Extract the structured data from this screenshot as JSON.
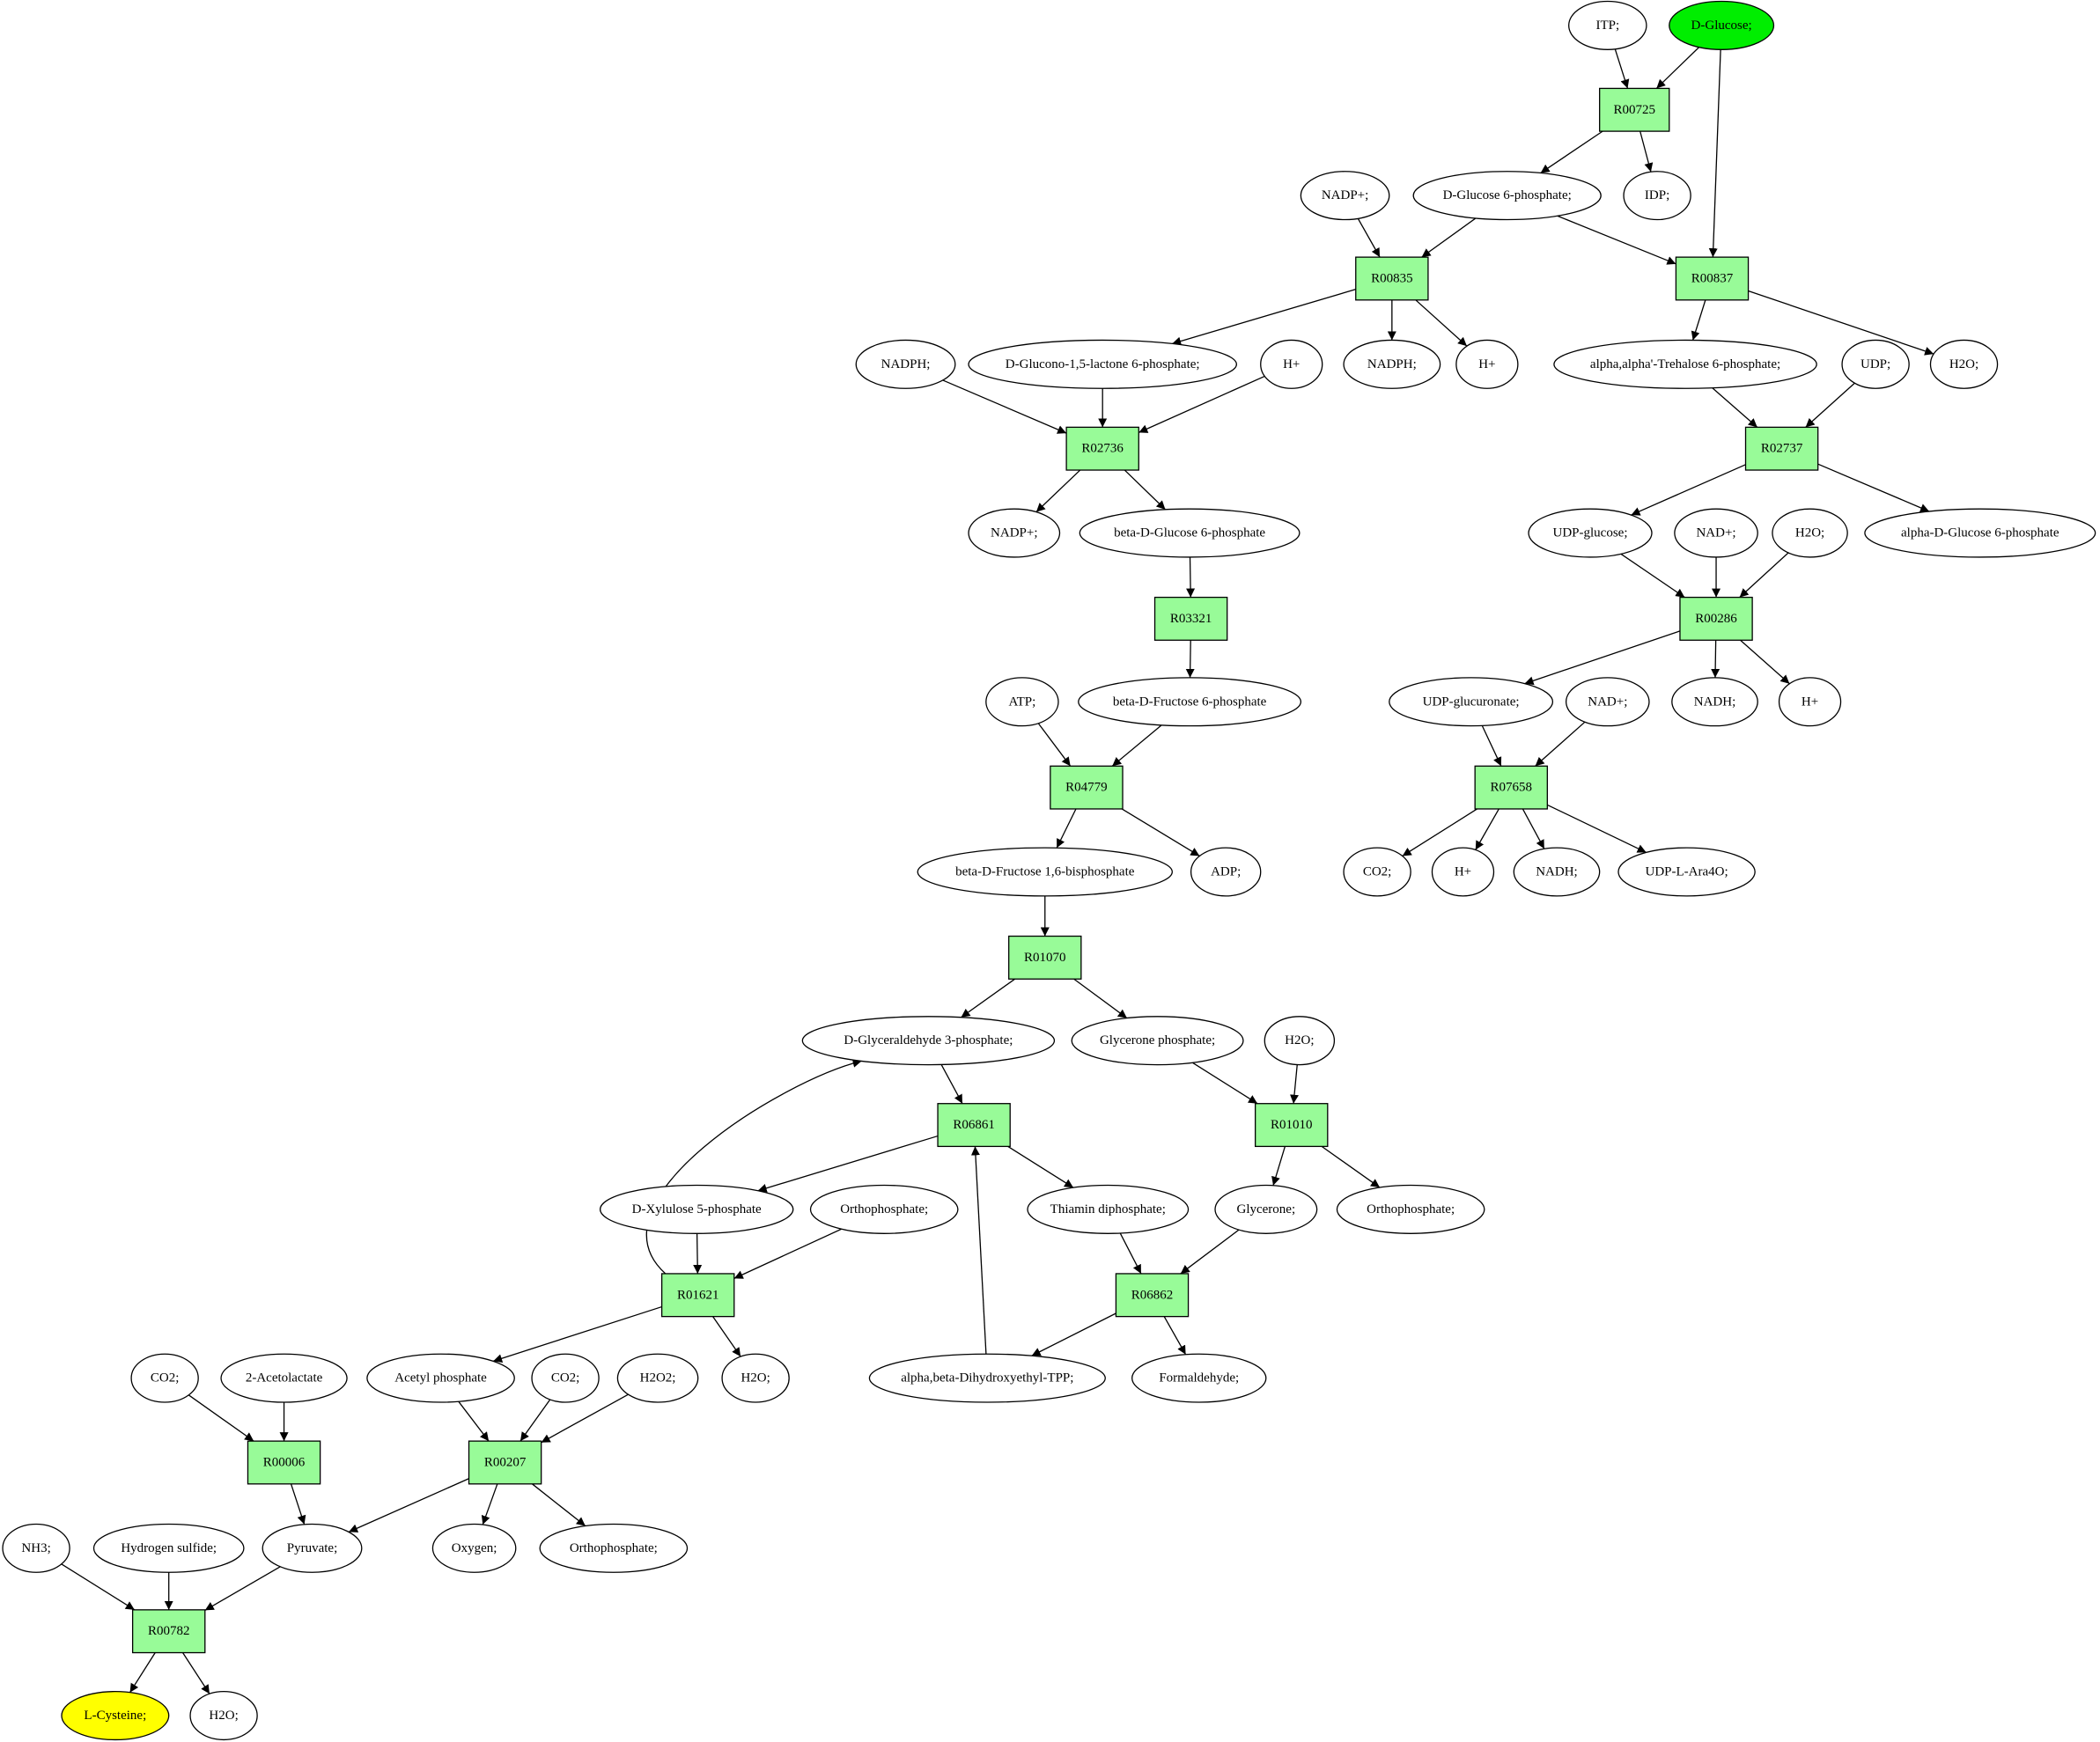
{
  "colors": {
    "reaction_fill": "#98fb98",
    "metabolite_fill": "#ffffff",
    "start_fill": "#00ee00",
    "end_fill": "#ffff00",
    "stroke": "#000000"
  },
  "nodes": [
    {
      "id": "itp",
      "kind": "metabolite",
      "label": "ITP;"
    },
    {
      "id": "dglucose",
      "kind": "start",
      "label": "D-Glucose;"
    },
    {
      "id": "r00725",
      "kind": "reaction",
      "label": "R00725"
    },
    {
      "id": "nadp1",
      "kind": "metabolite",
      "label": "NADP+;"
    },
    {
      "id": "dg6p",
      "kind": "metabolite",
      "label": "D-Glucose 6-phosphate;"
    },
    {
      "id": "idp",
      "kind": "metabolite",
      "label": "IDP;"
    },
    {
      "id": "r00835",
      "kind": "reaction",
      "label": "R00835"
    },
    {
      "id": "r00837",
      "kind": "reaction",
      "label": "R00837"
    },
    {
      "id": "nadph1",
      "kind": "metabolite",
      "label": "NADPH;"
    },
    {
      "id": "dglucono",
      "kind": "metabolite",
      "label": "D-Glucono-1,5-lactone 6-phosphate;"
    },
    {
      "id": "hplus1",
      "kind": "metabolite",
      "label": "H+"
    },
    {
      "id": "nadph2",
      "kind": "metabolite",
      "label": "NADPH;"
    },
    {
      "id": "hplus2",
      "kind": "metabolite",
      "label": "H+"
    },
    {
      "id": "trehalose",
      "kind": "metabolite",
      "label": "alpha,alpha'-Trehalose 6-phosphate;"
    },
    {
      "id": "udp",
      "kind": "metabolite",
      "label": "UDP;"
    },
    {
      "id": "h2o1",
      "kind": "metabolite",
      "label": "H2O;"
    },
    {
      "id": "r02736",
      "kind": "reaction",
      "label": "R02736"
    },
    {
      "id": "r02737",
      "kind": "reaction",
      "label": "R02737"
    },
    {
      "id": "nadp2",
      "kind": "metabolite",
      "label": "NADP+;"
    },
    {
      "id": "bdg6p",
      "kind": "metabolite",
      "label": "beta-D-Glucose 6-phosphate"
    },
    {
      "id": "udpglucose",
      "kind": "metabolite",
      "label": "UDP-glucose;"
    },
    {
      "id": "nad1",
      "kind": "metabolite",
      "label": "NAD+;"
    },
    {
      "id": "h2o2",
      "kind": "metabolite",
      "label": "H2O;"
    },
    {
      "id": "adg6p",
      "kind": "metabolite",
      "label": "alpha-D-Glucose 6-phosphate"
    },
    {
      "id": "r03321",
      "kind": "reaction",
      "label": "R03321"
    },
    {
      "id": "r00286",
      "kind": "reaction",
      "label": "R00286"
    },
    {
      "id": "atp",
      "kind": "metabolite",
      "label": "ATP;"
    },
    {
      "id": "bdf6p",
      "kind": "metabolite",
      "label": "beta-D-Fructose 6-phosphate"
    },
    {
      "id": "udpglucuronate",
      "kind": "metabolite",
      "label": "UDP-glucuronate;"
    },
    {
      "id": "nad2",
      "kind": "metabolite",
      "label": "NAD+;"
    },
    {
      "id": "nadh1",
      "kind": "metabolite",
      "label": "NADH;"
    },
    {
      "id": "hplus3",
      "kind": "metabolite",
      "label": "H+"
    },
    {
      "id": "r04779",
      "kind": "reaction",
      "label": "R04779"
    },
    {
      "id": "r07658",
      "kind": "reaction",
      "label": "R07658"
    },
    {
      "id": "bdfbp",
      "kind": "metabolite",
      "label": "beta-D-Fructose 1,6-bisphosphate"
    },
    {
      "id": "adp",
      "kind": "metabolite",
      "label": "ADP;"
    },
    {
      "id": "co2a",
      "kind": "metabolite",
      "label": "CO2;"
    },
    {
      "id": "hplus4",
      "kind": "metabolite",
      "label": "H+"
    },
    {
      "id": "nadh2",
      "kind": "metabolite",
      "label": "NADH;"
    },
    {
      "id": "udparaf",
      "kind": "metabolite",
      "label": "UDP-L-Ara4O;"
    },
    {
      "id": "r01070",
      "kind": "reaction",
      "label": "R01070"
    },
    {
      "id": "dga3p",
      "kind": "metabolite",
      "label": "D-Glyceraldehyde 3-phosphate;"
    },
    {
      "id": "glyceronep",
      "kind": "metabolite",
      "label": "Glycerone phosphate;"
    },
    {
      "id": "h2o3",
      "kind": "metabolite",
      "label": "H2O;"
    },
    {
      "id": "r06861",
      "kind": "reaction",
      "label": "R06861"
    },
    {
      "id": "r01010",
      "kind": "reaction",
      "label": "R01010"
    },
    {
      "id": "dx5p",
      "kind": "metabolite",
      "label": "D-Xylulose 5-phosphate"
    },
    {
      "id": "ortho1",
      "kind": "metabolite",
      "label": "Orthophosphate;"
    },
    {
      "id": "thiamin",
      "kind": "metabolite",
      "label": "Thiamin diphosphate;"
    },
    {
      "id": "glycerone",
      "kind": "metabolite",
      "label": "Glycerone;"
    },
    {
      "id": "ortho2",
      "kind": "metabolite",
      "label": "Orthophosphate;"
    },
    {
      "id": "r01621",
      "kind": "reaction",
      "label": "R01621"
    },
    {
      "id": "r06862",
      "kind": "reaction",
      "label": "R06862"
    },
    {
      "id": "co2b",
      "kind": "metabolite",
      "label": "CO2;"
    },
    {
      "id": "acetolactate",
      "kind": "metabolite",
      "label": "2-Acetolactate"
    },
    {
      "id": "acetylp",
      "kind": "metabolite",
      "label": "Acetyl phosphate"
    },
    {
      "id": "co2c",
      "kind": "metabolite",
      "label": "CO2;"
    },
    {
      "id": "h2o2b",
      "kind": "metabolite",
      "label": "H2O2;"
    },
    {
      "id": "h2o4",
      "kind": "metabolite",
      "label": "H2O;"
    },
    {
      "id": "abdhe",
      "kind": "metabolite",
      "label": "alpha,beta-Dihydroxyethyl-TPP;"
    },
    {
      "id": "formaldehyde",
      "kind": "metabolite",
      "label": "Formaldehyde;"
    },
    {
      "id": "r00006",
      "kind": "reaction",
      "label": "R00006"
    },
    {
      "id": "r00207",
      "kind": "reaction",
      "label": "R00207"
    },
    {
      "id": "nh3",
      "kind": "metabolite",
      "label": "NH3;"
    },
    {
      "id": "h2s",
      "kind": "metabolite",
      "label": "Hydrogen sulfide;"
    },
    {
      "id": "pyruvate",
      "kind": "metabolite",
      "label": "Pyruvate;"
    },
    {
      "id": "oxygen",
      "kind": "metabolite",
      "label": "Oxygen;"
    },
    {
      "id": "ortho3",
      "kind": "metabolite",
      "label": "Orthophosphate;"
    },
    {
      "id": "r00782",
      "kind": "reaction",
      "label": "R00782"
    },
    {
      "id": "lcysteine",
      "kind": "end",
      "label": "L-Cysteine;"
    },
    {
      "id": "h2o5",
      "kind": "metabolite",
      "label": "H2O;"
    }
  ],
  "edges": [
    [
      "itp",
      "r00725"
    ],
    [
      "dglucose",
      "r00725"
    ],
    [
      "dglucose",
      "r00837"
    ],
    [
      "r00725",
      "dg6p"
    ],
    [
      "r00725",
      "idp"
    ],
    [
      "nadp1",
      "r00835"
    ],
    [
      "dg6p",
      "r00835"
    ],
    [
      "dg6p",
      "r00837"
    ],
    [
      "r00835",
      "dglucono"
    ],
    [
      "r00835",
      "nadph2"
    ],
    [
      "r00835",
      "hplus2"
    ],
    [
      "r00837",
      "trehalose"
    ],
    [
      "r00837",
      "h2o1"
    ],
    [
      "nadph1",
      "r02736"
    ],
    [
      "dglucono",
      "r02736"
    ],
    [
      "hplus1",
      "r02736"
    ],
    [
      "trehalose",
      "r02737"
    ],
    [
      "udp",
      "r02737"
    ],
    [
      "r02736",
      "nadp2"
    ],
    [
      "r02736",
      "bdg6p"
    ],
    [
      "r02737",
      "udpglucose"
    ],
    [
      "r02737",
      "adg6p"
    ],
    [
      "bdg6p",
      "r03321"
    ],
    [
      "r03321",
      "bdf6p"
    ],
    [
      "udpglucose",
      "r00286"
    ],
    [
      "nad1",
      "r00286"
    ],
    [
      "h2o2",
      "r00286"
    ],
    [
      "r00286",
      "udpglucuronate"
    ],
    [
      "r00286",
      "nadh1"
    ],
    [
      "r00286",
      "hplus3"
    ],
    [
      "atp",
      "r04779"
    ],
    [
      "bdf6p",
      "r04779"
    ],
    [
      "r04779",
      "bdfbp"
    ],
    [
      "r04779",
      "adp"
    ],
    [
      "udpglucuronate",
      "r07658"
    ],
    [
      "nad2",
      "r07658"
    ],
    [
      "r07658",
      "co2a"
    ],
    [
      "r07658",
      "hplus4"
    ],
    [
      "r07658",
      "nadh2"
    ],
    [
      "r07658",
      "udparaf"
    ],
    [
      "bdfbp",
      "r01070"
    ],
    [
      "r01070",
      "dga3p"
    ],
    [
      "r01070",
      "glyceronep"
    ],
    [
      "dga3p",
      "r06861"
    ],
    [
      "glyceronep",
      "r01010"
    ],
    [
      "h2o3",
      "r01010"
    ],
    [
      "r06861",
      "dx5p"
    ],
    [
      "r06861",
      "thiamin"
    ],
    [
      "r01010",
      "glycerone"
    ],
    [
      "r01010",
      "ortho2"
    ],
    [
      "dx5p",
      "r01621"
    ],
    [
      "ortho1",
      "r01621"
    ],
    [
      "thiamin",
      "r06862"
    ],
    [
      "glycerone",
      "r06862"
    ],
    [
      "r06862",
      "abdhe"
    ],
    [
      "r06862",
      "formaldehyde"
    ],
    [
      "abdhe",
      "r06861"
    ],
    [
      "r01621",
      "acetylp"
    ],
    [
      "r01621",
      "h2o4"
    ],
    [
      "co2b",
      "r00006"
    ],
    [
      "acetolactate",
      "r00006"
    ],
    [
      "acetylp",
      "r00207"
    ],
    [
      "co2c",
      "r00207"
    ],
    [
      "h2o2b",
      "r00207"
    ],
    [
      "r00006",
      "pyruvate"
    ],
    [
      "r00207",
      "pyruvate"
    ],
    [
      "r00207",
      "oxygen"
    ],
    [
      "r00207",
      "ortho3"
    ],
    [
      "nh3",
      "r00782"
    ],
    [
      "h2s",
      "r00782"
    ],
    [
      "pyruvate",
      "r00782"
    ],
    [
      "r00782",
      "lcysteine"
    ],
    [
      "r00782",
      "h2o5"
    ]
  ],
  "curved_edges": [
    [
      "r01621",
      "dga3p"
    ]
  ]
}
